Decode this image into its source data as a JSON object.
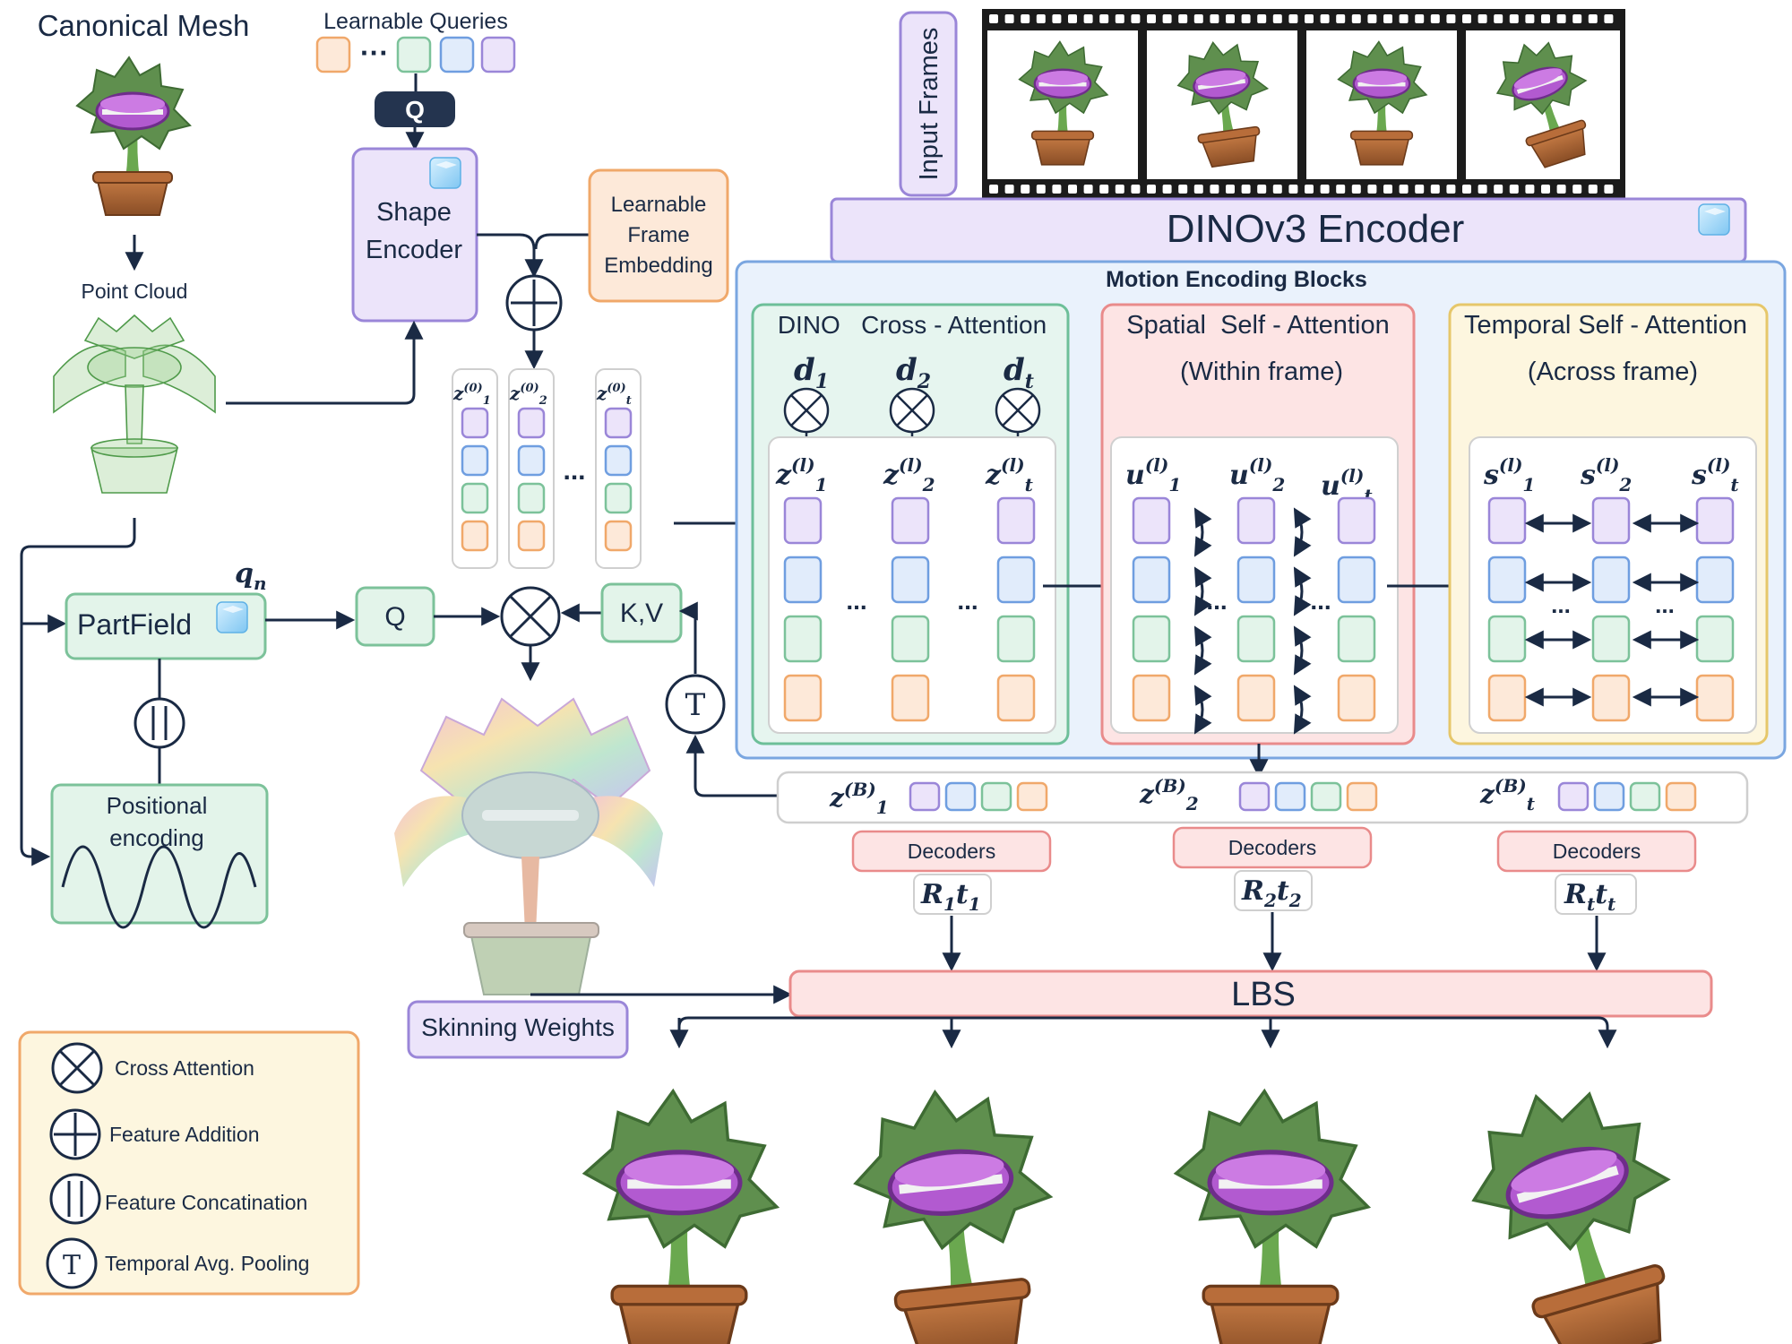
{
  "labels": {
    "canonical_mesh": "Canonical Mesh",
    "point_cloud": "Point Cloud",
    "learnable_queries": "Learnable Queries",
    "ellipsis": "···",
    "q": "Q",
    "shape_encoder_l1": "Shape",
    "shape_encoder_l2": "Encoder",
    "lfe_l1": "Learnable",
    "lfe_l2": "Frame",
    "lfe_l3": "Embedding",
    "input_frames": "Input Frames",
    "dinov3": "DINOv3 Encoder",
    "motion_blocks": "Motion Encoding Blocks",
    "dino_ca": "DINO   Cross - Attention",
    "spatial_sa": "Spatial  Self - Attention",
    "within_frame": "(Within frame)",
    "temporal_sa": "Temporal Self - Attention",
    "across_frame": "(Across frame)",
    "partfield": "PartField",
    "qn": "q",
    "qn_sub": "n",
    "q_box": "Q",
    "kv_box": "K,V",
    "t_symbol": "T",
    "positional_l1": "Positional",
    "positional_l2": "encoding",
    "skinning_weights": "Skinning Weights",
    "decoders": "Decoders",
    "lbs": "LBS",
    "dots": "...",
    "dots_h": "···"
  },
  "tokens": {
    "z0": [
      "z",
      "(0)",
      "1",
      "2",
      "t"
    ],
    "d": [
      "d",
      "1",
      "2",
      "t"
    ],
    "zl": [
      "z",
      "(l)",
      "1",
      "2",
      "t"
    ],
    "ul": [
      "u",
      "(l)",
      "1",
      "2",
      "t"
    ],
    "sl": [
      "s",
      "(l)",
      "1",
      "2",
      "t"
    ],
    "zb": [
      "z",
      "(B)",
      "1",
      "2",
      "t"
    ],
    "rt": [
      "R",
      "t",
      "1",
      "2",
      "t"
    ]
  },
  "legend": {
    "cross_attention": "Cross Attention",
    "feature_addition": "Feature Addition",
    "feature_concatenation": "Feature Concatination",
    "temporal_pooling": "Temporal Avg. Pooling",
    "t_symbol": "T"
  },
  "colors": {
    "ink": "#1a2a44",
    "purple_fill": "#ece4fa",
    "purple_stroke": "#9a86d8",
    "blue_fill": "#e1ecfb",
    "blue_stroke": "#6f9ee0",
    "green_fill": "#e3f4ea",
    "green_stroke": "#7cc29a",
    "orange_fill": "#fde9d9",
    "orange_stroke": "#f0a86a",
    "pink_fill": "#fde4e4",
    "pink_stroke": "#e98b8b",
    "yellow_fill": "#fdf6df",
    "yellow_stroke": "#e6c76a",
    "mint_fill": "#e6f5ef",
    "mint_stroke": "#6dbf99",
    "blueblock_fill": "#eaf2fc",
    "blueblock_stroke": "#7aa6e0"
  },
  "icons": [
    "ice-cube-icon",
    "cross-attention-icon",
    "feature-addition-icon",
    "feature-concatenation-icon",
    "temporal-pooling-icon",
    "plant-image",
    "point-cloud-image",
    "film-strip-icon"
  ]
}
